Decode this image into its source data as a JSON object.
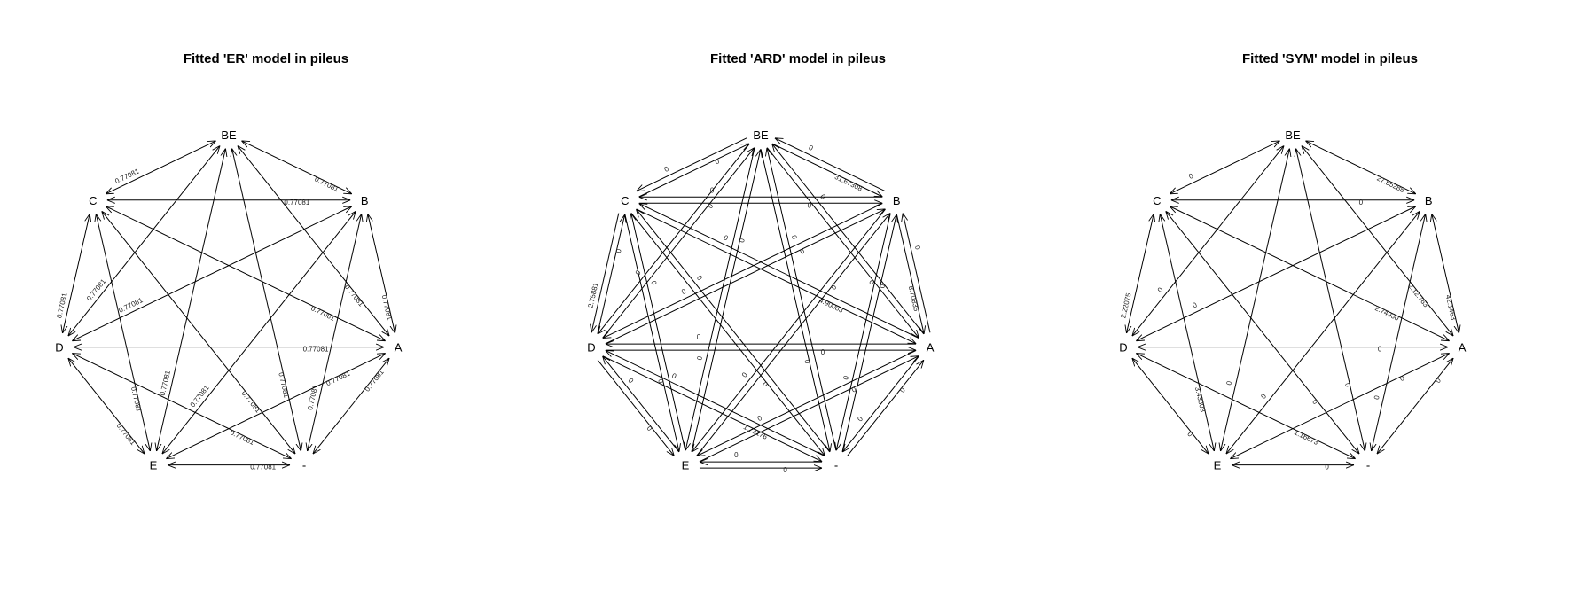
{
  "panels": [
    {
      "title": "Fitted 'ER' model in pileus",
      "mode": "sym",
      "edges": [
        [
          "BE",
          "C",
          "0.77081"
        ],
        [
          "BE",
          "B",
          "0.77081"
        ],
        [
          "BE",
          "D",
          "0.77081"
        ],
        [
          "BE",
          "E",
          "0.77081"
        ],
        [
          "BE",
          "-",
          "0.77081"
        ],
        [
          "BE",
          "A",
          "0.77081"
        ],
        [
          "C",
          "B",
          "0.77081"
        ],
        [
          "C",
          "D",
          "0.77081"
        ],
        [
          "C",
          "E",
          "0.77081"
        ],
        [
          "C",
          "-",
          "0.77081"
        ],
        [
          "C",
          "A",
          "0.77081"
        ],
        [
          "B",
          "D",
          "0.77081"
        ],
        [
          "B",
          "E",
          "0.77081"
        ],
        [
          "B",
          "-",
          "0.77081"
        ],
        [
          "B",
          "A",
          "0.77081"
        ],
        [
          "D",
          "A",
          "0.77081"
        ],
        [
          "D",
          "E",
          "0.77081"
        ],
        [
          "D",
          "-",
          "0.77081"
        ],
        [
          "E",
          "A",
          "0.77081"
        ],
        [
          "E",
          "-",
          "0.77081"
        ],
        [
          "-",
          "A",
          "0.77081"
        ]
      ]
    },
    {
      "title": "Fitted 'ARD' model in pileus",
      "mode": "ard",
      "edges": [
        [
          "BE",
          "C",
          "0"
        ],
        [
          "C",
          "BE",
          "0"
        ],
        [
          "BE",
          "B",
          "31.67308"
        ],
        [
          "B",
          "BE",
          "0"
        ],
        [
          "BE",
          "D",
          "0"
        ],
        [
          "D",
          "BE",
          "0"
        ],
        [
          "BE",
          "E",
          "0"
        ],
        [
          "E",
          "BE",
          "0"
        ],
        [
          "BE",
          "-",
          "0"
        ],
        [
          "-",
          "BE",
          "0"
        ],
        [
          "BE",
          "A",
          "0"
        ],
        [
          "A",
          "BE",
          "0"
        ],
        [
          "C",
          "B",
          "0"
        ],
        [
          "B",
          "C",
          "0"
        ],
        [
          "C",
          "D",
          "2.75881"
        ],
        [
          "D",
          "C",
          "0"
        ],
        [
          "C",
          "E",
          "0"
        ],
        [
          "E",
          "C",
          "0"
        ],
        [
          "C",
          "-",
          "0"
        ],
        [
          "-",
          "C",
          "0"
        ],
        [
          "C",
          "A",
          "4.90083"
        ],
        [
          "A",
          "C",
          "0"
        ],
        [
          "B",
          "D",
          "0"
        ],
        [
          "D",
          "B",
          "0"
        ],
        [
          "B",
          "E",
          "0"
        ],
        [
          "E",
          "B",
          "0"
        ],
        [
          "B",
          "-",
          "0"
        ],
        [
          "-",
          "B",
          "0"
        ],
        [
          "B",
          "A",
          "8.70835"
        ],
        [
          "A",
          "B",
          "0"
        ],
        [
          "D",
          "A",
          "0"
        ],
        [
          "A",
          "D",
          "0"
        ],
        [
          "D",
          "E",
          "0"
        ],
        [
          "E",
          "D",
          "0"
        ],
        [
          "D",
          "-",
          "1.73176"
        ],
        [
          "-",
          "D",
          "0"
        ],
        [
          "E",
          "A",
          "0"
        ],
        [
          "A",
          "E",
          "0"
        ],
        [
          "E",
          "-",
          "0"
        ],
        [
          "-",
          "E",
          "0"
        ],
        [
          "-",
          "A",
          "0"
        ],
        [
          "A",
          "-",
          "0"
        ]
      ]
    },
    {
      "title": "Fitted 'SYM' model in pileus",
      "mode": "sym",
      "edges": [
        [
          "BE",
          "C",
          "0"
        ],
        [
          "BE",
          "B",
          "27.55288"
        ],
        [
          "BE",
          "D",
          "0"
        ],
        [
          "BE",
          "E",
          "0"
        ],
        [
          "BE",
          "-",
          "0"
        ],
        [
          "BE",
          "A",
          "2.12.763"
        ],
        [
          "C",
          "B",
          "0"
        ],
        [
          "C",
          "D",
          "2.22075"
        ],
        [
          "C",
          "E",
          "3.43808"
        ],
        [
          "C",
          "-",
          "0"
        ],
        [
          "C",
          "A",
          "2.74930"
        ],
        [
          "B",
          "D",
          "0"
        ],
        [
          "B",
          "E",
          "0"
        ],
        [
          "B",
          "-",
          "0"
        ],
        [
          "B",
          "A",
          "42.1463"
        ],
        [
          "D",
          "A",
          "0"
        ],
        [
          "D",
          "E",
          "0"
        ],
        [
          "D",
          "-",
          "1.16673"
        ],
        [
          "E",
          "A",
          "0"
        ],
        [
          "E",
          "-",
          "0"
        ],
        [
          "-",
          "A",
          "0"
        ]
      ]
    }
  ],
  "node_names": [
    "BE",
    "B",
    "A",
    "-",
    "E",
    "D",
    "C"
  ]
}
